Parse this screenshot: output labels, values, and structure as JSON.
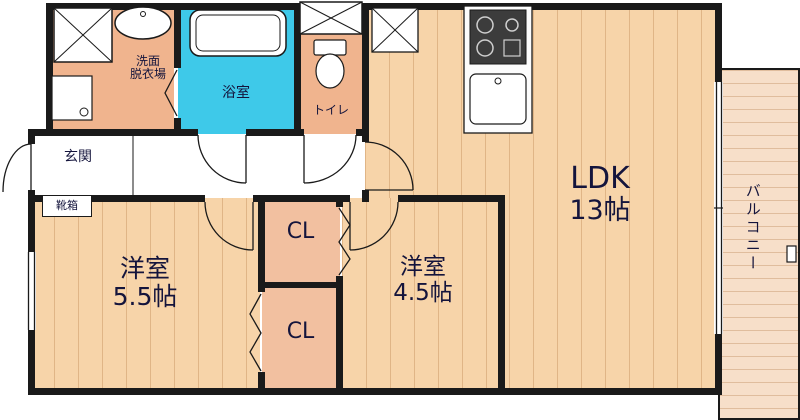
{
  "rooms": {
    "washroom": {
      "label_line1": "洗面",
      "label_line2": "脱衣場"
    },
    "bath": {
      "label": "浴室"
    },
    "toilet": {
      "label": "トイレ"
    },
    "entrance": {
      "label": "玄関"
    },
    "shoebox": {
      "label": "靴箱"
    },
    "ldk": {
      "label": "LDK",
      "size": "13帖"
    },
    "bedroom_1": {
      "label": "洋室",
      "size": "5.5帖"
    },
    "bedroom_2": {
      "label": "洋室",
      "size": "4.5帖"
    },
    "closet_upper": {
      "label": "CL"
    },
    "closet_lower": {
      "label": "CL"
    },
    "balcony": {
      "label": "バルコニー"
    }
  },
  "fixtures": [
    "washing-machine-space",
    "vanity-sink",
    "washer-pan",
    "bathtub",
    "toilet-bowl",
    "storage-shelf",
    "refrigerator-space",
    "kitchen-counter",
    "gas-stove",
    "kitchen-sink"
  ],
  "colors": {
    "wall": "#1a1a1a",
    "wood_floor": "#f7d4a9",
    "wet_floor": "#f0b48e",
    "bath_floor": "#3ec9e9",
    "closet_floor": "#f2c0a0",
    "balcony_floor": "#f7dfc9"
  }
}
